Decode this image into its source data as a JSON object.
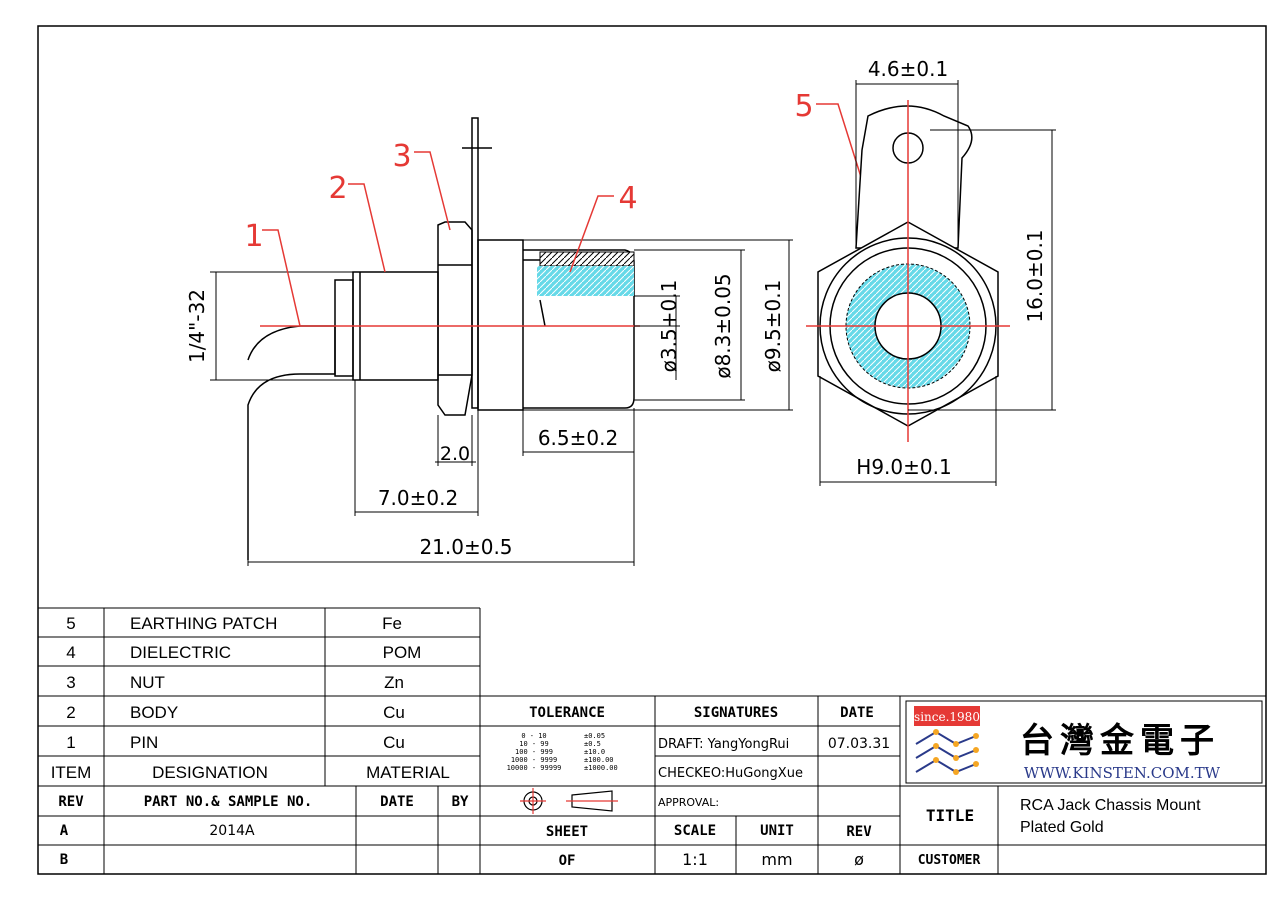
{
  "callouts": [
    "1",
    "2",
    "3",
    "4",
    "5"
  ],
  "dimensions": {
    "thread": "1/4\"-32",
    "d_pin": "ø3.5+0.1",
    "d_inner": "ø8.3±0.05",
    "d_outer": "ø9.5±0.1",
    "len_sleeve": "6.5±0.2",
    "len_nut": "2.0",
    "len_body": "7.0±0.2",
    "len_total": "21.0±0.5",
    "tab_width": "4.6±0.1",
    "height": "16.0±0.1",
    "hex": "H9.0±0.1"
  },
  "bom": {
    "rows": [
      {
        "item": "5",
        "designation": "EARTHING  PATCH",
        "material": "Fe"
      },
      {
        "item": "4",
        "designation": "DIELECTRIC",
        "material": "POM"
      },
      {
        "item": "3",
        "designation": "NUT",
        "material": "Zn"
      },
      {
        "item": "2",
        "designation": "BODY",
        "material": "Cu"
      },
      {
        "item": "1",
        "designation": "PIN",
        "material": "Cu"
      }
    ],
    "header": {
      "item": "ITEM",
      "designation": "DESIGNATION",
      "material": "MATERIAL"
    }
  },
  "revision": {
    "header": {
      "rev": "REV",
      "part": "PART NO.& SAMPLE NO.",
      "date": "DATE",
      "by": "BY"
    },
    "rows": [
      {
        "rev": "A",
        "part": "2014A",
        "date": "",
        "by": ""
      },
      {
        "rev": "B",
        "part": "",
        "date": "",
        "by": ""
      }
    ]
  },
  "tolerance": {
    "label": "TOLERANCE",
    "ranges": [
      "0 - 10",
      "10 - 99",
      "100 - 999",
      "1000 - 9999",
      "10000 - 99999"
    ],
    "values": [
      "±0.05",
      "±0.5",
      "±10.0",
      "±100.00",
      "±1000.00"
    ]
  },
  "signatures": {
    "label": "SIGNATURES",
    "date_label": "DATE",
    "draft": "DRAFT: YangYongRui",
    "draft_date": "07.03.31",
    "checked": "CHECKEO:HuGongXue",
    "approval": "APPROVAL:"
  },
  "sheet": {
    "sheet_label": "SHEET",
    "of_label": "OF",
    "scale_label": "SCALE",
    "scale": "1:1",
    "unit_label": "UNIT",
    "unit": "mm",
    "rev_label": "REV",
    "rev": "ø"
  },
  "company": {
    "since": "since.1980",
    "name_cjk": "台灣金電子",
    "website": "WWW.KINSTEN.COM.TW"
  },
  "title": {
    "label": "TITLE",
    "line1": "RCA Jack Chassis Mount",
    "line2": "Plated Gold",
    "customer_label": "CUSTOMER",
    "customer": ""
  },
  "colors": {
    "callout": "#e53935",
    "insulator": "#66d9e8",
    "line": "#000000"
  }
}
